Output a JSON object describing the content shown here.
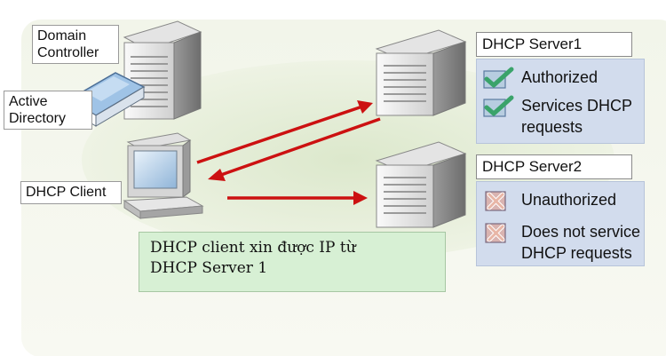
{
  "labels": {
    "domain_controller": [
      "Domain",
      "Controller"
    ],
    "active_directory": [
      "Active",
      "Directory"
    ],
    "dhcp_client": "DHCP Client"
  },
  "servers": [
    {
      "title": "DHCP Server1",
      "statuses": [
        {
          "icon": "check-icon",
          "lines": [
            "Authorized"
          ]
        },
        {
          "icon": "check-icon",
          "lines": [
            "Services DHCP",
            "requests"
          ]
        }
      ]
    },
    {
      "title": "DHCP Server2",
      "statuses": [
        {
          "icon": "cross-icon",
          "lines": [
            "Unauthorized"
          ]
        },
        {
          "icon": "cross-icon",
          "lines": [
            "Does not service",
            "DHCP requests"
          ]
        }
      ]
    }
  ],
  "note": [
    "DHCP client xin được IP từ",
    "DHCP Server 1"
  ],
  "colors": {
    "arrow": "#cc1111",
    "panel": "#d2dced",
    "note": "#d7f0d4",
    "ellipse": "#dfe9d0"
  }
}
